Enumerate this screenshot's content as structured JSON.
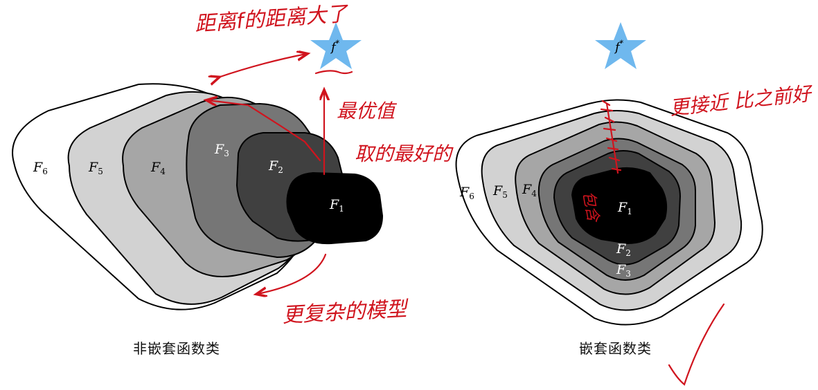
{
  "left_diagram": {
    "caption": "非嵌套函数类",
    "target_label": "f",
    "target_sup": "*",
    "sets": [
      {
        "name": "F",
        "index": "6",
        "fill": "#ffffff"
      },
      {
        "name": "F",
        "index": "5",
        "fill": "#d2d2d2"
      },
      {
        "name": "F",
        "index": "4",
        "fill": "#a6a6a6"
      },
      {
        "name": "F",
        "index": "3",
        "fill": "#767676"
      },
      {
        "name": "F",
        "index": "2",
        "fill": "#404040"
      },
      {
        "name": "F",
        "index": "1",
        "fill": "#000000"
      }
    ],
    "annotations": {
      "distance_note": "距离f的距离大了",
      "optimal_note": "最优值",
      "best_note": "取的最好的",
      "complex_note": "更复杂的模型"
    }
  },
  "right_diagram": {
    "caption": "嵌套函数类",
    "target_label": "f",
    "target_sup": "*",
    "sets": [
      {
        "name": "F",
        "index": "6",
        "fill": "#ffffff"
      },
      {
        "name": "F",
        "index": "5",
        "fill": "#d2d2d2"
      },
      {
        "name": "F",
        "index": "4",
        "fill": "#a6a6a6"
      },
      {
        "name": "F",
        "index": "3",
        "fill": "#767676"
      },
      {
        "name": "F",
        "index": "2",
        "fill": "#404040"
      },
      {
        "name": "F",
        "index": "1",
        "fill": "#000000"
      }
    ],
    "annotations": {
      "closer_note": "更接近 比之前好",
      "contain_note": "包含"
    }
  },
  "colors": {
    "star": "#6fb8ee",
    "ink": "#d0141e",
    "outline": "#000000"
  }
}
